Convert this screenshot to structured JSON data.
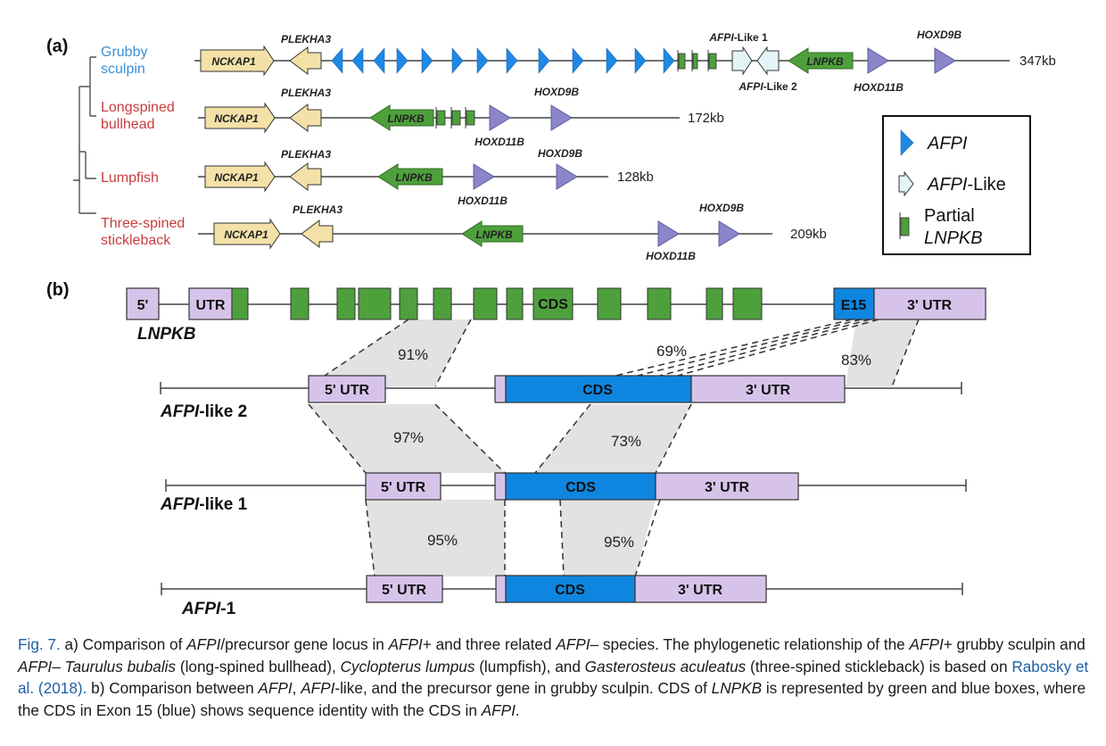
{
  "panel_a": {
    "label": "(a)",
    "species": {
      "grubby": [
        "Grubby",
        "sculpin"
      ],
      "longspined": [
        "Longspined",
        "bullhead"
      ],
      "lumpfish": [
        "Lumpfish"
      ],
      "stickleback": [
        "Three-spined",
        "stickleback"
      ]
    },
    "genes": {
      "nckap1": "NCKAP1",
      "plekha3": "PLEKHA3",
      "lnpkb": "LNPKB",
      "hoxd11b": "HOXD11B",
      "hoxd9b": "HOXD9B",
      "afpi_like1_prefix": "AFPI",
      "afpi_like1_suffix": "-Like 1",
      "afpi_like2_prefix": "AFPI",
      "afpi_like2_suffix": "-Like 2"
    },
    "lengths": {
      "grubby": "347kb",
      "longspined": "172kb",
      "lumpfish": "128kb",
      "stickleback": "209kb"
    },
    "legend": {
      "afpi": "AFPI",
      "afpi_like_prefix": "AFPI",
      "afpi_like_suffix": "-Like",
      "partial_line1": "Partial",
      "partial_line2": "LNPKB"
    }
  },
  "panel_b": {
    "label": "(b)",
    "lnpkb_labels": {
      "five": "5'",
      "utr": "UTR",
      "cds": "CDS",
      "e15": "E15",
      "three_utr": "3' UTR",
      "gene": "LNPKB"
    },
    "rows": [
      {
        "name_prefix": "AFPI",
        "name_suffix": "-like 2",
        "five_utr": "5' UTR",
        "cds": "CDS",
        "three_utr": "3' UTR"
      },
      {
        "name_prefix": "AFPI",
        "name_suffix": "-like 1",
        "five_utr": "5' UTR",
        "cds": "CDS",
        "three_utr": "3' UTR"
      },
      {
        "name_prefix": "AFPI",
        "name_suffix": "-1",
        "five_utr": "5' UTR",
        "cds": "CDS",
        "three_utr": "3' UTR"
      }
    ],
    "identities": {
      "lnpkb_like2_utr": "91%",
      "e15_like2_cds": "69%",
      "utr3_like2": "83%",
      "like2_like1_utr": "97%",
      "like2_like1_cds": "73%",
      "like1_afpi1_utr": "95%",
      "like1_afpi1_cds": "95%"
    }
  },
  "colors": {
    "species_blue": "#3a8fd6",
    "species_red": "#c83c3c",
    "afpi_blue": "#1e88e5",
    "lnpkb_green": "#4ea03c",
    "hox_purple": "#8b86c9",
    "nckap_tan": "#f3e1a7",
    "utr_lilac": "#d7c3ea",
    "cds_blue": "#0e86e0"
  },
  "caption": {
    "fig": "Fig. 7.",
    "p1": " a) Comparison of ",
    "i1": "AFPI",
    "p2": "/precursor gene locus in ",
    "i2": "AFPI",
    "p3": "+ and three related ",
    "i3": "AFPI",
    "p4": "– species. The phylogenetic relationship of the ",
    "i4": "AFPI",
    "p5": "+ grubby sculpin and ",
    "i5": "AFPI",
    "p6": "– ",
    "i6": "Taurulus bubalis",
    "p7": " (long-spined bullhead), ",
    "i7": "Cyclopterus lumpus",
    "p8": " (lumpfish), and ",
    "i8": "Gasterosteus aculeatus",
    "p9": " (three-spined stickleback) is based on ",
    "link": "Rabosky et al. (2018).",
    "p10": " b) Comparison between ",
    "i9": "AFPI",
    "p11": ", ",
    "i10": "AFPI",
    "p12": "-like, and the precursor gene in grubby sculpin. CDS of ",
    "i11": "LNPKB",
    "p13": " is represented by green and blue boxes, where the CDS in Exon 15 (blue) shows sequence identity with the CDS in ",
    "i12": "AFPI",
    "p14": "."
  }
}
